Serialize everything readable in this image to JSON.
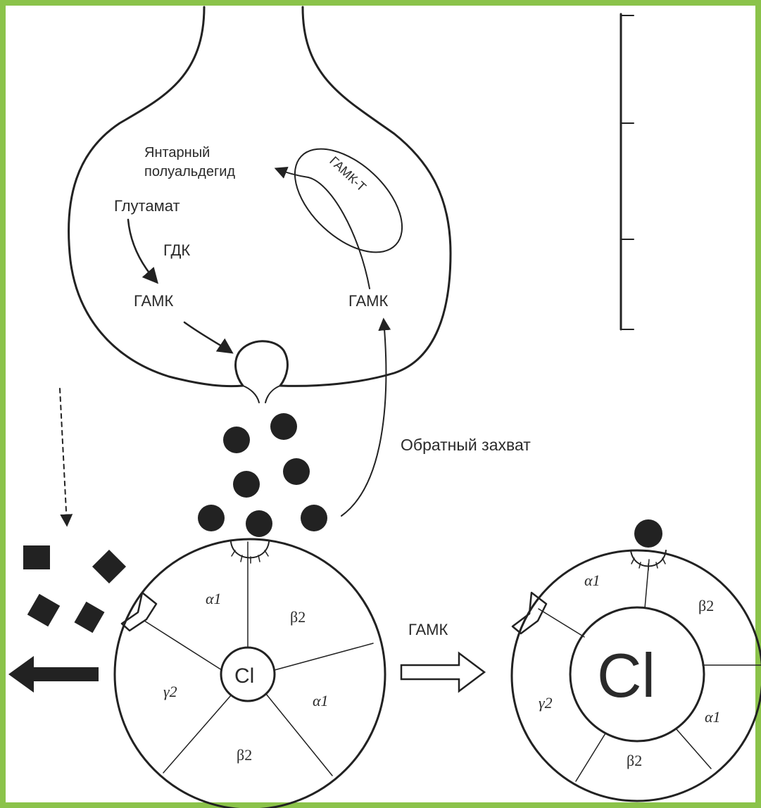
{
  "colors": {
    "border": "#8BC34A",
    "ink": "#222222",
    "paper": "#ffffff"
  },
  "terminal": {
    "succinic_semialdehyde_line1": "Янтарный",
    "succinic_semialdehyde_line2": "полуальдегид",
    "glutamate": "Глутамат",
    "gdk": "ГДК",
    "gaba_left": "ГАМК",
    "gaba_right": "ГАМК",
    "gaba_t": "ГАМК-Т"
  },
  "reuptake": "Обратный захват",
  "transition": "ГАМК",
  "receptor_left": {
    "channel": "Cl",
    "subunits": {
      "a1_top": "α1",
      "b2_right": "β2",
      "a1_right": "α1",
      "b2_bottom": "β2",
      "g2_left": "γ2"
    }
  },
  "receptor_right": {
    "channel": "Cl",
    "subunits": {
      "a1_top": "α1",
      "b2_right": "β2",
      "a1_right": "α1",
      "b2_bottom": "β2",
      "g2_left": "γ2"
    }
  }
}
